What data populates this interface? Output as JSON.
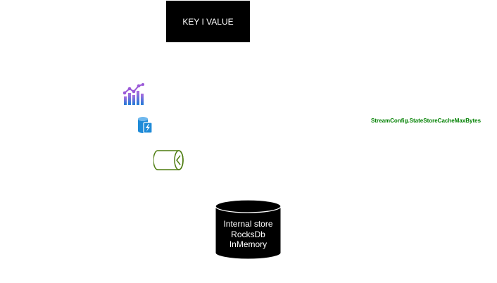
{
  "kv_box": {
    "label": "KEY I VALUE"
  },
  "icons": {
    "analytics": "analytics-chart-icon",
    "cache": "cache-lightning-icon",
    "store": "store-cylinder-icon"
  },
  "config_label": {
    "text": "StreamConfig.StateStoreCacheMaxBytes",
    "color": "#008000"
  },
  "database": {
    "lines": [
      "Internal store",
      "RocksDb",
      "InMemory"
    ]
  },
  "colors": {
    "analytics_purple": "#9b59d8",
    "analytics_blue": "#1e7ad6",
    "cache_blue": "#1f8bd8",
    "store_green": "#4d7c0f"
  }
}
